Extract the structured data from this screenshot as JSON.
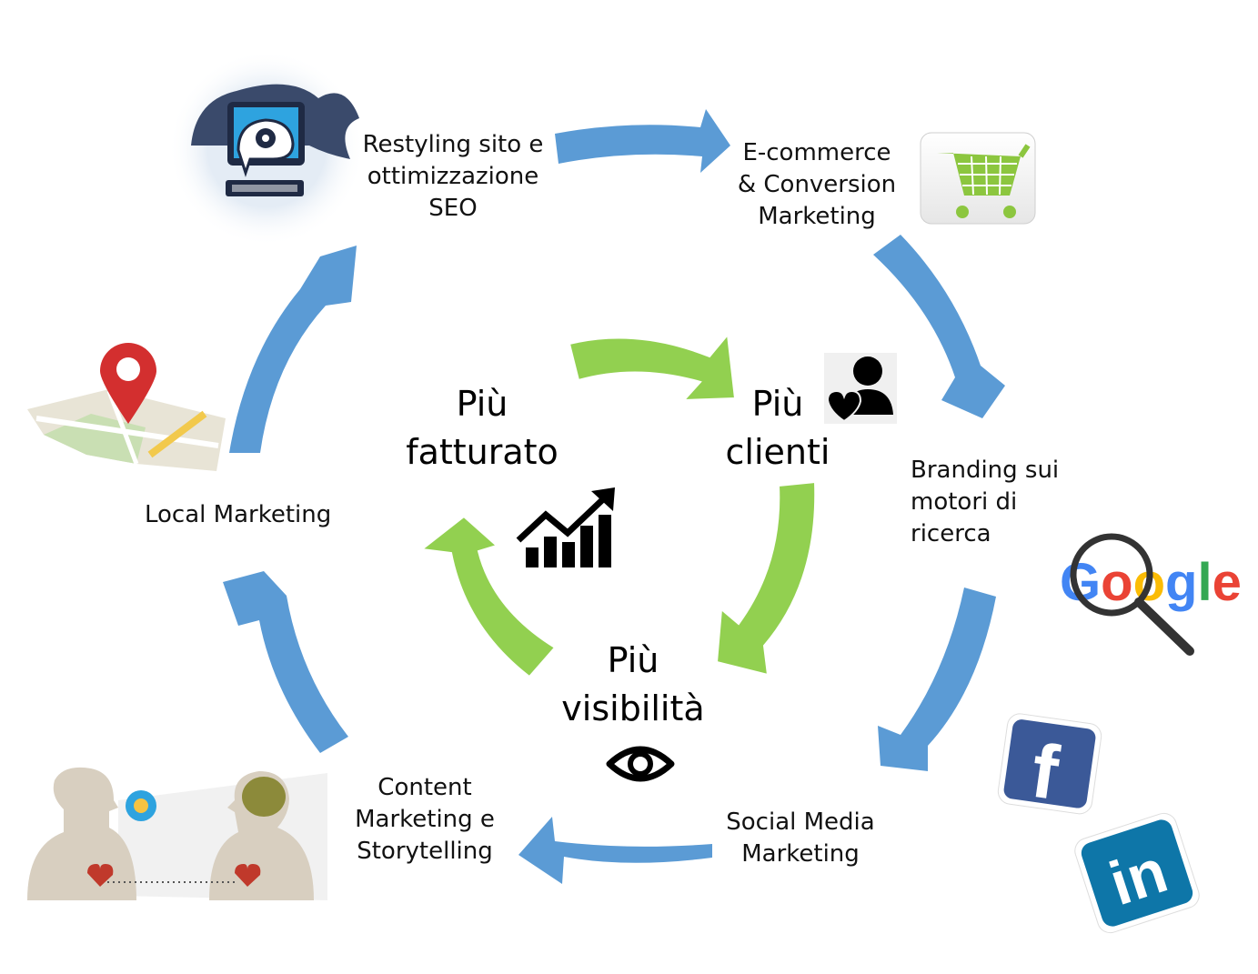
{
  "outer_cycle": {
    "steps": [
      {
        "id": "restyling",
        "label": "Restyling sito e\nottimizzazione\nSEO",
        "icon": "monitor-settings-icon"
      },
      {
        "id": "ecommerce",
        "label": "E-commerce\n& Conversion\nMarketing",
        "icon": "shopping-cart-icon"
      },
      {
        "id": "branding",
        "label": "Branding sui\nmotori di\nricerca",
        "icon": "google-search-icon"
      },
      {
        "id": "social",
        "label": "Social Media\nMarketing",
        "icon": "facebook-linkedin-icon"
      },
      {
        "id": "content",
        "label": "Content\nMarketing e\nStorytelling",
        "icon": "storytelling-people-icon"
      },
      {
        "id": "local",
        "label": "Local Marketing",
        "icon": "map-pin-icon"
      }
    ],
    "arrow_color": "#5b9bd5"
  },
  "inner_cycle": {
    "items": [
      {
        "id": "fatturato",
        "label": "Più\nfatturato",
        "icon": "growth-chart-icon"
      },
      {
        "id": "clienti",
        "label": "Più\nclienti",
        "icon": "customer-heart-icon"
      },
      {
        "id": "visibilita",
        "label": "Più\nvisibilità",
        "icon": "eye-icon"
      }
    ],
    "arrow_color": "#92d050"
  },
  "logos": {
    "google": "Google",
    "facebook": "f",
    "linkedin": "in"
  }
}
